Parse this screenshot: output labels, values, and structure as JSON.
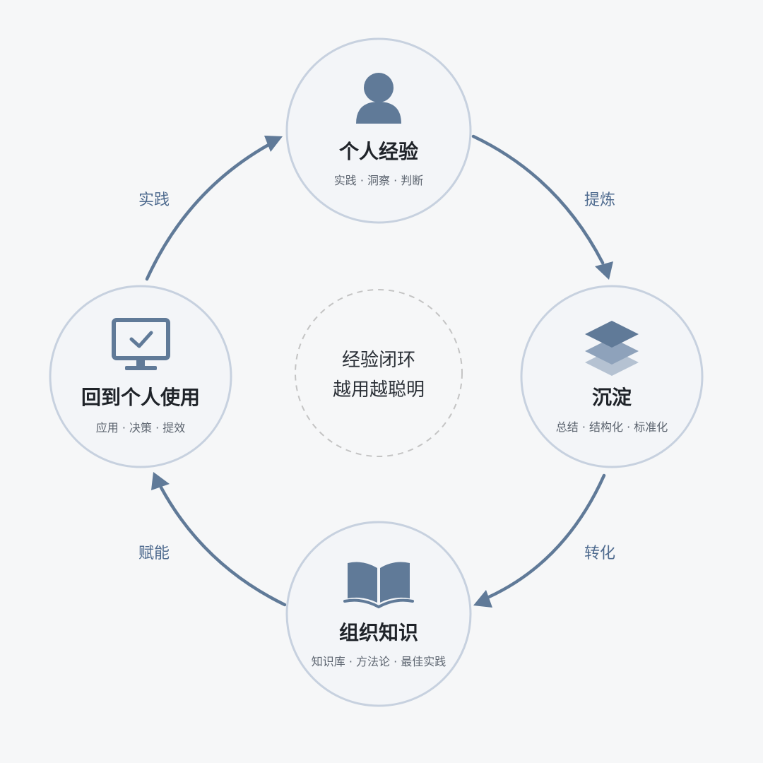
{
  "center": {
    "line1": "经验闭环",
    "line2": "越用越聪明"
  },
  "nodes": [
    {
      "title": "个人经验",
      "subtitle": "实践 · 洞察 · 判断",
      "icon": "person-icon"
    },
    {
      "title": "沉淀",
      "subtitle": "总结 · 结构化 · 标准化",
      "icon": "layers-icon"
    },
    {
      "title": "组织知识",
      "subtitle": "知识库 · 方法论 · 最佳实践",
      "icon": "book-icon"
    },
    {
      "title": "回到个人使用",
      "subtitle": "应用 · 决策 · 提效",
      "icon": "monitor-check-icon"
    }
  ],
  "edges": [
    {
      "label": "提炼"
    },
    {
      "label": "转化"
    },
    {
      "label": "赋能"
    },
    {
      "label": "实践"
    }
  ],
  "colors": {
    "background": "#f6f7f8",
    "node_fill": "#f3f5f8",
    "node_stroke": "#c7d1df",
    "accent": "#607a98",
    "label": "#4f6b8f",
    "center_dashed": "#c4c4c4"
  }
}
